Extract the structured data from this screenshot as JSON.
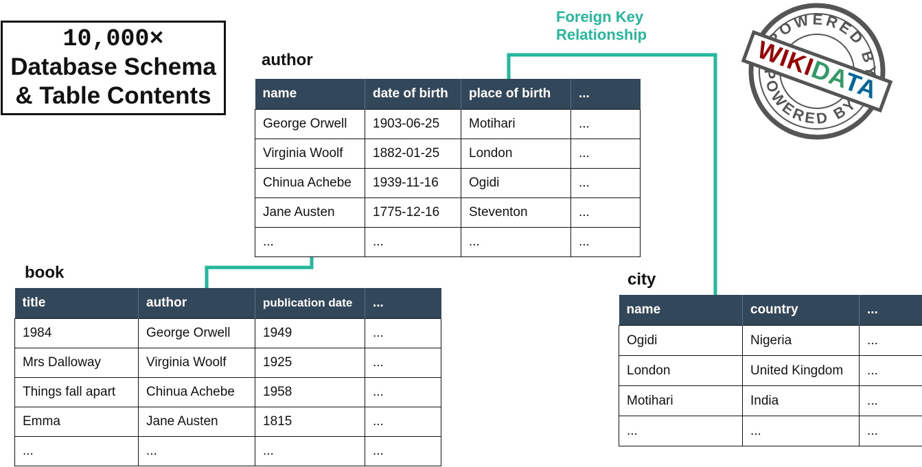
{
  "title_box": {
    "line1": "10,000×",
    "line2": "Database Schema",
    "line3": "& Table Contents"
  },
  "fk_label": {
    "line1": "Foreign Key",
    "line2": "Relationship"
  },
  "stamp": {
    "top_text": "POWERED BY",
    "bottom_text": "POWERED BY",
    "brand": "WIKIDATA",
    "colors": {
      "red": "#990000",
      "green": "#339966",
      "blue": "#006699"
    }
  },
  "colors": {
    "header_bg": "#33475b",
    "link": "#26b89c"
  },
  "author": {
    "name": "author",
    "columns": [
      "name",
      "date of birth",
      "place of birth",
      "..."
    ],
    "rows": [
      [
        "George Orwell",
        "1903-06-25",
        "Motihari",
        "..."
      ],
      [
        "Virginia Woolf",
        "1882-01-25",
        "London",
        "..."
      ],
      [
        "Chinua Achebe",
        "1939-11-16",
        "Ogidi",
        "..."
      ],
      [
        "Jane Austen",
        "1775-12-16",
        "Steventon",
        "..."
      ],
      [
        "...",
        "...",
        "...",
        "..."
      ]
    ]
  },
  "book": {
    "name": "book",
    "columns": [
      "title",
      "author",
      "publication date",
      "..."
    ],
    "rows": [
      [
        "1984",
        "George Orwell",
        "1949",
        "..."
      ],
      [
        "Mrs Dalloway",
        "Virginia Woolf",
        "1925",
        "..."
      ],
      [
        "Things fall apart",
        "Chinua Achebe",
        "1958",
        "..."
      ],
      [
        "Emma",
        "Jane Austen",
        "1815",
        "..."
      ],
      [
        "...",
        "...",
        "...",
        "..."
      ]
    ]
  },
  "city": {
    "name": "city",
    "columns": [
      "name",
      "country",
      "..."
    ],
    "rows": [
      [
        "Ogidi",
        "Nigeria",
        "..."
      ],
      [
        "London",
        "United Kingdom",
        "..."
      ],
      [
        "Motihari",
        "India",
        "..."
      ],
      [
        "...",
        "...",
        "..."
      ]
    ]
  }
}
